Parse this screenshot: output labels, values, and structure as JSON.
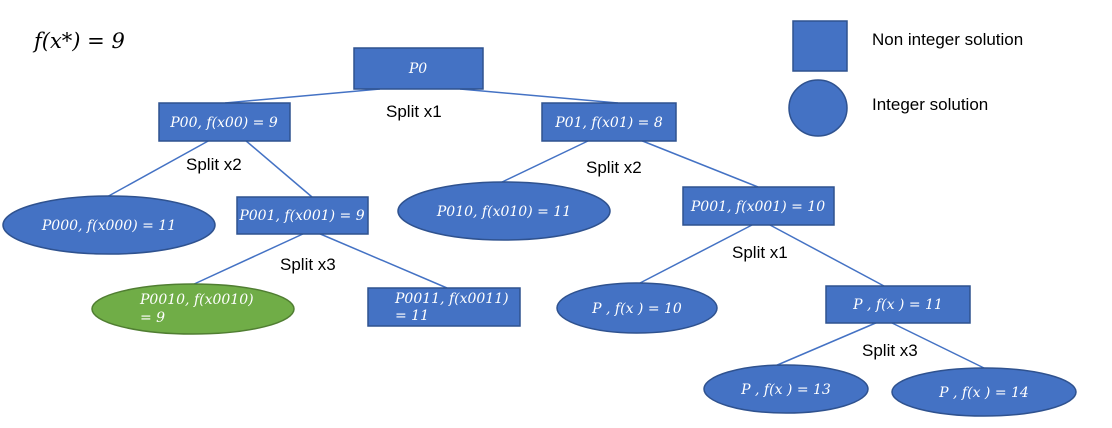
{
  "objective": "f(x*) = 9",
  "legend": {
    "rect_label": "Non integer solution",
    "ellipse_label": "Integer solution"
  },
  "colors": {
    "node_fill": "#4472c4",
    "node_stroke": "#2f528f",
    "integer_optimal_fill": "#70ad47",
    "integer_optimal_stroke": "#507e32",
    "edge": "#4472c4"
  },
  "splits": {
    "root": "Split x1",
    "p00": "Split x2",
    "p01": "Split x2",
    "p001": "Split x3",
    "p01_right": "Split x1",
    "p01_right_right": "Split x3"
  },
  "nodes": {
    "p0": "P0",
    "p00": "P00, f(x00) = 9",
    "p01": "P01, f(x01) = 8",
    "p000": "P000, f(x000) = 11",
    "p001": "P001, f(x001) = 9",
    "p010": "P010, f(x010) = 11",
    "p011": "P001, f(x001) = 10",
    "p0010_line1": "P0010, f(x0010)",
    "p0010_line2": "= 9",
    "p0011_line1": "P0011, f(x0011)",
    "p0011_line2": "= 11",
    "p0110": "P  , f(x  ) = 10",
    "p0111": "P  , f(x  ) = 11",
    "p01110": "P  , f(x  ) = 13",
    "p01111": "P  , f(x  ) = 14"
  }
}
